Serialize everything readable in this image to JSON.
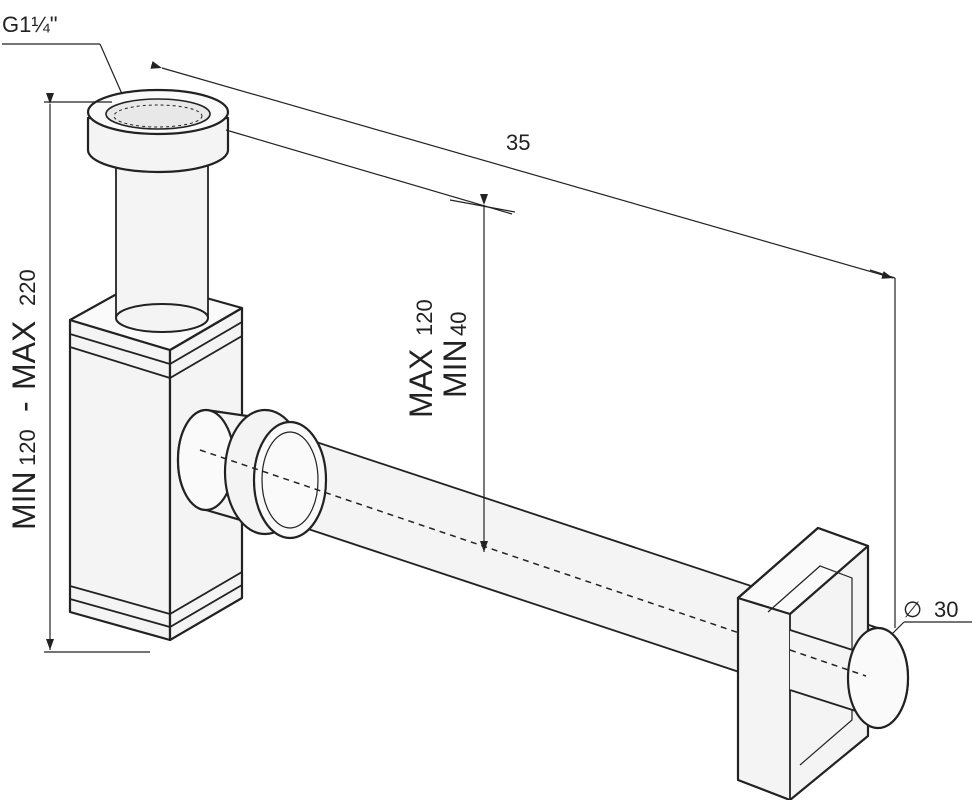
{
  "labels": {
    "thread": "G1¼\"",
    "length": "35",
    "diameter": "30",
    "diameter_symbol": "∅",
    "height_min_word": "MIN",
    "height_min_value": "120",
    "height_dash": "-",
    "height_max_word": "MAX",
    "height_max_value": "220",
    "outlet_max_word": "MAX",
    "outlet_max_value": "120",
    "outlet_min_word": "MIN",
    "outlet_min_value": "40"
  },
  "colors": {
    "line": "#222222",
    "background": "#ffffff"
  }
}
